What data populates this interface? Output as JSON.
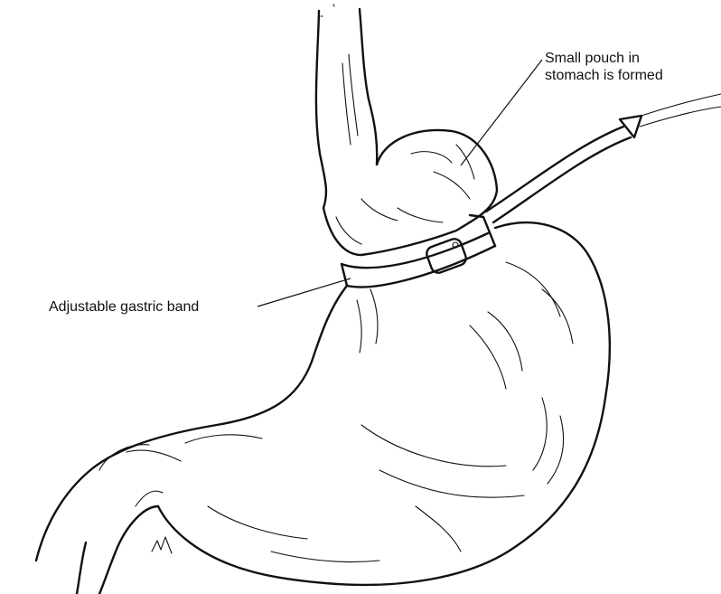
{
  "labels": {
    "pouch_line1": "Small pouch in",
    "pouch_line2": "stomach is formed",
    "band": "Adjustable gastric band"
  },
  "colors": {
    "ink": "#111111",
    "background": "#ffffff"
  }
}
